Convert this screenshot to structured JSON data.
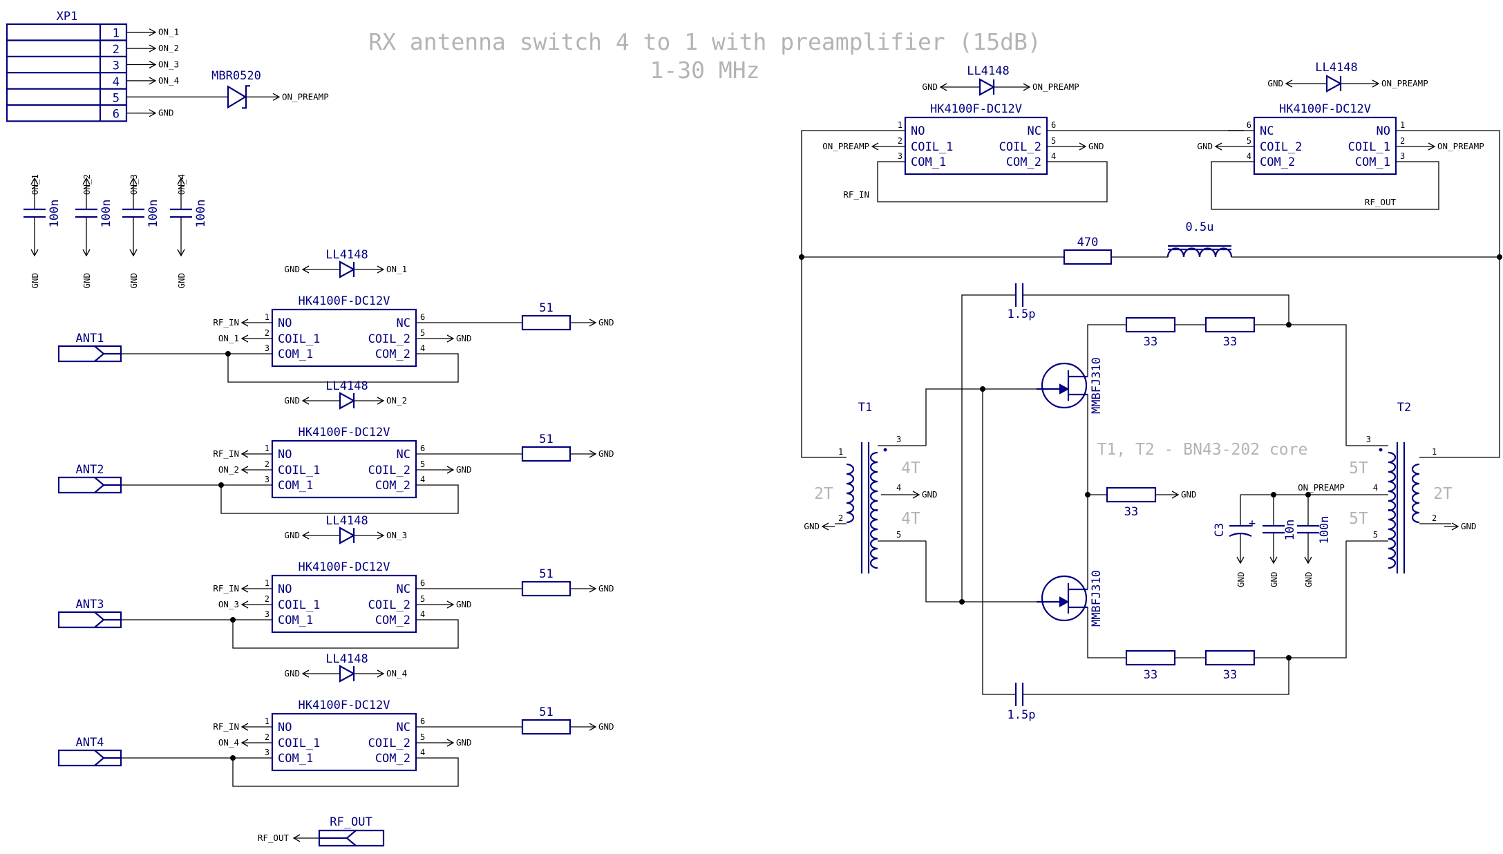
{
  "title": {
    "line1": "RX antenna switch 4 to 1 with preamplifier (15dB)",
    "line2": "1-30 MHz"
  },
  "connector": {
    "ref": "XP1",
    "pins": [
      "1",
      "2",
      "3",
      "4",
      "5",
      "6"
    ],
    "nets": [
      "ON_1",
      "ON_2",
      "ON_3",
      "ON_4",
      "ON_PREAMP",
      "GND"
    ]
  },
  "input_diode": {
    "ref": "MBR0520",
    "net": "ON_PREAMP"
  },
  "decoupling": [
    {
      "value": "100n",
      "net_top": "ON_1",
      "net_bottom": "GND"
    },
    {
      "value": "100n",
      "net_top": "ON_2",
      "net_bottom": "GND"
    },
    {
      "value": "100n",
      "net_top": "ON_3",
      "net_bottom": "GND"
    },
    {
      "value": "100n",
      "net_top": "ON_4",
      "net_bottom": "GND"
    }
  ],
  "antenna_channels": [
    {
      "ant": "ANT1",
      "diode": "LL4148",
      "relay": "HK4100F-DC12V",
      "coil_net": "ON_1",
      "resistor": "51"
    },
    {
      "ant": "ANT2",
      "diode": "LL4148",
      "relay": "HK4100F-DC12V",
      "coil_net": "ON_2",
      "resistor": "51"
    },
    {
      "ant": "ANT3",
      "diode": "LL4148",
      "relay": "HK4100F-DC12V",
      "coil_net": "ON_3",
      "resistor": "51"
    },
    {
      "ant": "ANT4",
      "diode": "LL4148",
      "relay": "HK4100F-DC12V",
      "coil_net": "ON_4",
      "resistor": "51"
    }
  ],
  "relay_pins": {
    "left": [
      {
        "num": "1",
        "name": "NO"
      },
      {
        "num": "2",
        "name": "COIL_1"
      },
      {
        "num": "3",
        "name": "COM_1"
      }
    ],
    "right": [
      {
        "num": "6",
        "name": "NC"
      },
      {
        "num": "5",
        "name": "COIL_2"
      },
      {
        "num": "4",
        "name": "COM_2"
      }
    ]
  },
  "nets": {
    "gnd": "GND",
    "rf_in": "RF_IN",
    "rf_out": "RF_OUT",
    "on_preamp": "ON_PREAMP"
  },
  "rf_out_connector": {
    "ref": "RF_OUT",
    "net": "RF_OUT"
  },
  "preamp": {
    "relay_a": {
      "diode": "LL4148",
      "relay": "HK4100F-DC12V",
      "left": [
        {
          "num": "1",
          "name": "NO"
        },
        {
          "num": "2",
          "name": "COIL_1"
        },
        {
          "num": "3",
          "name": "COM_1"
        }
      ],
      "right": [
        {
          "num": "6",
          "name": "NC"
        },
        {
          "num": "5",
          "name": "COIL_2"
        },
        {
          "num": "4",
          "name": "COM_2"
        }
      ]
    },
    "relay_b": {
      "diode": "LL4148",
      "relay": "HK4100F-DC12V",
      "left": [
        {
          "num": "6",
          "name": "NC"
        },
        {
          "num": "5",
          "name": "COIL_2"
        },
        {
          "num": "4",
          "name": "COM_2"
        }
      ],
      "right": [
        {
          "num": "1",
          "name": "NO"
        },
        {
          "num": "2",
          "name": "COIL_1"
        },
        {
          "num": "3",
          "name": "COM_1"
        }
      ]
    },
    "bypass_resistor": "470",
    "bypass_inductor": "0.5u",
    "feedback_cap_top": "1.5p",
    "feedback_cap_bottom": "1.5p",
    "r_top_1": "33",
    "r_top_2": "33",
    "r_bottom_1": "33",
    "r_bottom_2": "33",
    "r_source": "33",
    "jfet_top": "MMBFJ310",
    "jfet_bottom": "MMBFJ310",
    "t1": {
      "ref": "T1",
      "primary": "2T",
      "sec_top": "4T",
      "sec_bottom": "4T",
      "pins": [
        "1",
        "2",
        "3",
        "4",
        "5"
      ]
    },
    "t2": {
      "ref": "T2",
      "primary": "2T",
      "sec_top": "5T",
      "sec_bottom": "5T",
      "pins": [
        "1",
        "2",
        "3",
        "4",
        "5"
      ]
    },
    "core_note": "T1, T2 - BN43-202 core",
    "c3": {
      "ref": "C3",
      "plus": "+"
    },
    "c_10n": "10n",
    "c_100n": "100n"
  }
}
